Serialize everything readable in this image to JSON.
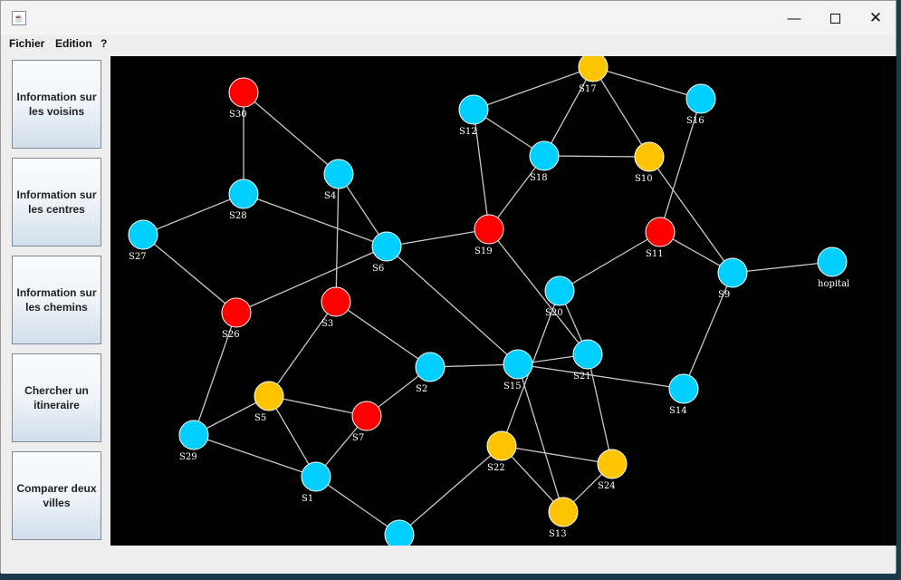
{
  "window": {
    "title": "",
    "icon": "java-cup-icon",
    "controls": [
      "minimize-icon",
      "maximize-icon",
      "close-icon"
    ]
  },
  "menu": [
    "Fichier",
    "Edition",
    "?"
  ],
  "sidebar": [
    {
      "label": "Information sur les voisins"
    },
    {
      "label": "Information sur les centres"
    },
    {
      "label": "Information sur les chemins"
    },
    {
      "label": "Chercher un itineraire"
    },
    {
      "label": "Comparer deux villes"
    }
  ],
  "graph": {
    "colors": {
      "background": "#000000",
      "edge": "#c8c8c8",
      "cyan": "#00cfff",
      "red": "#ff0000",
      "yellow": "#ffc400"
    },
    "nodes": [
      {
        "id": "S30",
        "label": "S30",
        "color": "red"
      },
      {
        "id": "S4",
        "label": "S4",
        "color": "cyan"
      },
      {
        "id": "S28",
        "label": "S28",
        "color": "cyan"
      },
      {
        "id": "S27",
        "label": "S27",
        "color": "cyan"
      },
      {
        "id": "S6",
        "label": "S6",
        "color": "cyan"
      },
      {
        "id": "S26",
        "label": "S26",
        "color": "red"
      },
      {
        "id": "S3",
        "label": "S3",
        "color": "red"
      },
      {
        "id": "S5",
        "label": "S5",
        "color": "yellow"
      },
      {
        "id": "S7",
        "label": "S7",
        "color": "red"
      },
      {
        "id": "S29",
        "label": "S29",
        "color": "cyan"
      },
      {
        "id": "S1",
        "label": "S1",
        "color": "cyan"
      },
      {
        "id": "S2",
        "label": "S2",
        "color": "cyan"
      },
      {
        "id": "S12",
        "label": "S12",
        "color": "cyan"
      },
      {
        "id": "S17",
        "label": "S17",
        "color": "yellow"
      },
      {
        "id": "S16",
        "label": "S16",
        "color": "cyan"
      },
      {
        "id": "S18",
        "label": "S18",
        "color": "cyan"
      },
      {
        "id": "S10",
        "label": "S10",
        "color": "yellow"
      },
      {
        "id": "S19",
        "label": "S19",
        "color": "red"
      },
      {
        "id": "S11",
        "label": "S11",
        "color": "red"
      },
      {
        "id": "S9",
        "label": "S9",
        "color": "cyan"
      },
      {
        "id": "hopital",
        "label": "hopital",
        "color": "cyan"
      },
      {
        "id": "S20",
        "label": "S20",
        "color": "cyan"
      },
      {
        "id": "S21",
        "label": "S21",
        "color": "cyan"
      },
      {
        "id": "S15",
        "label": "S15",
        "color": "cyan"
      },
      {
        "id": "S14",
        "label": "S14",
        "color": "cyan"
      },
      {
        "id": "S22",
        "label": "S22",
        "color": "yellow"
      },
      {
        "id": "S24",
        "label": "S24",
        "color": "yellow"
      },
      {
        "id": "S13",
        "label": "S13",
        "color": "yellow"
      },
      {
        "id": "S_bottom",
        "label": "",
        "color": "cyan"
      }
    ],
    "edges": [
      [
        "S30",
        "S28"
      ],
      [
        "S30",
        "S4"
      ],
      [
        "S28",
        "S27"
      ],
      [
        "S28",
        "S6"
      ],
      [
        "S27",
        "S26"
      ],
      [
        "S4",
        "S6"
      ],
      [
        "S4",
        "S3"
      ],
      [
        "S26",
        "S6"
      ],
      [
        "S26",
        "S29"
      ],
      [
        "S6",
        "S19"
      ],
      [
        "S6",
        "S15"
      ],
      [
        "S3",
        "S5"
      ],
      [
        "S3",
        "S2"
      ],
      [
        "S5",
        "S29"
      ],
      [
        "S5",
        "S7"
      ],
      [
        "S5",
        "S1"
      ],
      [
        "S29",
        "S1"
      ],
      [
        "S1",
        "S7"
      ],
      [
        "S7",
        "S2"
      ],
      [
        "S1",
        "S_bottom"
      ],
      [
        "S22",
        "S_bottom"
      ],
      [
        "S22",
        "S20"
      ],
      [
        "S22",
        "S24"
      ],
      [
        "S22",
        "S13"
      ],
      [
        "S2",
        "S15"
      ],
      [
        "S15",
        "S21"
      ],
      [
        "S15",
        "S14"
      ],
      [
        "S15",
        "S13"
      ],
      [
        "S19",
        "S12"
      ],
      [
        "S19",
        "S18"
      ],
      [
        "S19",
        "S21"
      ],
      [
        "S12",
        "S17"
      ],
      [
        "S12",
        "S18"
      ],
      [
        "S17",
        "S18"
      ],
      [
        "S17",
        "S16"
      ],
      [
        "S17",
        "S10"
      ],
      [
        "S18",
        "S10"
      ],
      [
        "S10",
        "S9"
      ],
      [
        "S16",
        "S11"
      ],
      [
        "S11",
        "S20"
      ],
      [
        "S11",
        "S9"
      ],
      [
        "S9",
        "hopital"
      ],
      [
        "S9",
        "S14"
      ],
      [
        "S20",
        "S21"
      ],
      [
        "S21",
        "S24"
      ],
      [
        "S24",
        "S13"
      ]
    ]
  }
}
